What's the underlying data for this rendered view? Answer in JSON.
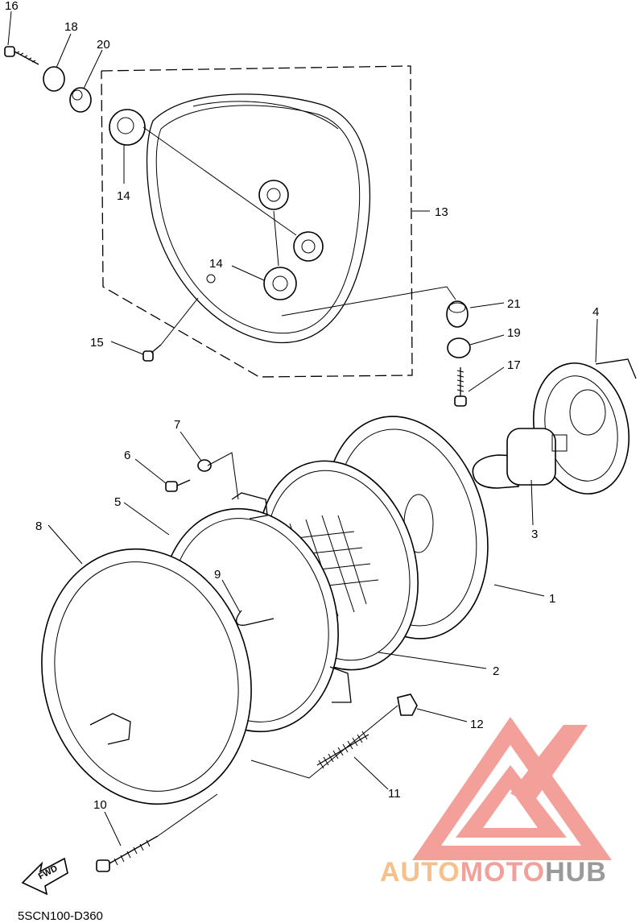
{
  "diagram": {
    "parts": [
      {
        "id": "p16",
        "label": "16"
      },
      {
        "id": "p18",
        "label": "18"
      },
      {
        "id": "p20",
        "label": "20"
      },
      {
        "id": "p14a",
        "label": "14"
      },
      {
        "id": "p14b",
        "label": "14"
      },
      {
        "id": "p13",
        "label": "13"
      },
      {
        "id": "p15",
        "label": "15"
      },
      {
        "id": "p21",
        "label": "21"
      },
      {
        "id": "p19",
        "label": "19"
      },
      {
        "id": "p17",
        "label": "17"
      },
      {
        "id": "p4",
        "label": "4"
      },
      {
        "id": "p7",
        "label": "7"
      },
      {
        "id": "p6",
        "label": "6"
      },
      {
        "id": "p5",
        "label": "5"
      },
      {
        "id": "p8",
        "label": "8"
      },
      {
        "id": "p9",
        "label": "9"
      },
      {
        "id": "p1",
        "label": "1"
      },
      {
        "id": "p2",
        "label": "2"
      },
      {
        "id": "p3",
        "label": "3"
      },
      {
        "id": "p12",
        "label": "12"
      },
      {
        "id": "p11",
        "label": "11"
      },
      {
        "id": "p10",
        "label": "10"
      }
    ],
    "fwd_label": "FWD",
    "diagram_code": "5SCN100-D360"
  },
  "watermark": {
    "part1": "AUTO",
    "part2": "MOTO",
    "part3": "HUB",
    "color_red": "#f4a09a",
    "color_orange": "#f6c08a",
    "color_grey": "#9a9a9a"
  }
}
